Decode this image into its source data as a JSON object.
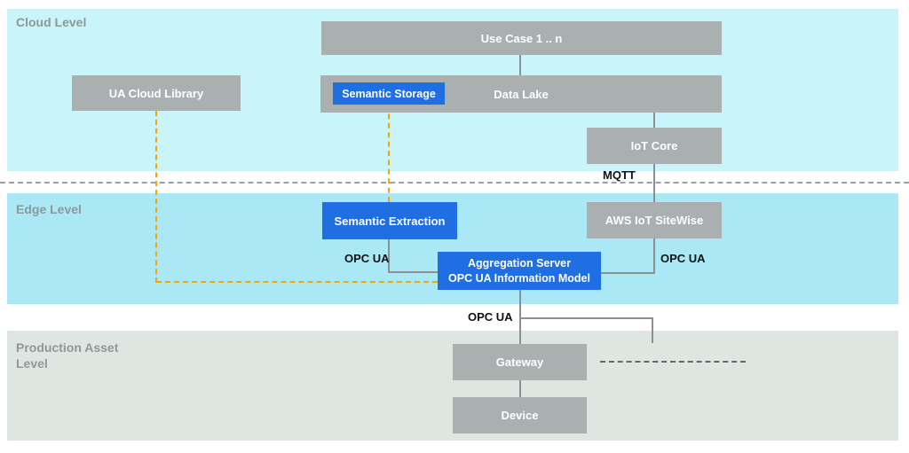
{
  "diagram": {
    "title_hint": "IIoT architecture levels diagram",
    "levels": [
      {
        "id": "cloud",
        "label": "Cloud Level"
      },
      {
        "id": "edge",
        "label": "Edge Level"
      },
      {
        "id": "production",
        "label": "Production Asset\nLevel"
      }
    ],
    "nodes": {
      "use_case": "Use Case 1 .. n",
      "ua_cloud_library": "UA Cloud Library",
      "semantic_storage": "Semantic Storage",
      "data_lake": "Data Lake",
      "iot_core": "IoT Core",
      "semantic_extraction": "Semantic Extraction",
      "aws_iot_sitewise": "AWS IoT SiteWise",
      "aggregation_server": "Aggregation Server\nOPC UA Information Model",
      "gateway": "Gateway",
      "device": "Device"
    },
    "edge_labels": {
      "mqtt": "MQTT",
      "opc_ua_left": "OPC UA",
      "opc_ua_right": "OPC UA",
      "opc_ua_bottom": "OPC UA"
    },
    "colors": {
      "cloud_band": "#c9f4f9",
      "edge_band": "#aae8f6",
      "production_band": "#dfe6e2",
      "node_gray": "#a9b0af",
      "node_blue": "#1f6fe2",
      "connector_gray": "#8a9193",
      "semantic_link_orange": "#f7a600",
      "level_separator_gray": "#9aa1a4",
      "production_dash_gray": "#5f6b6b",
      "level_label_gray": "#8f9798"
    }
  }
}
